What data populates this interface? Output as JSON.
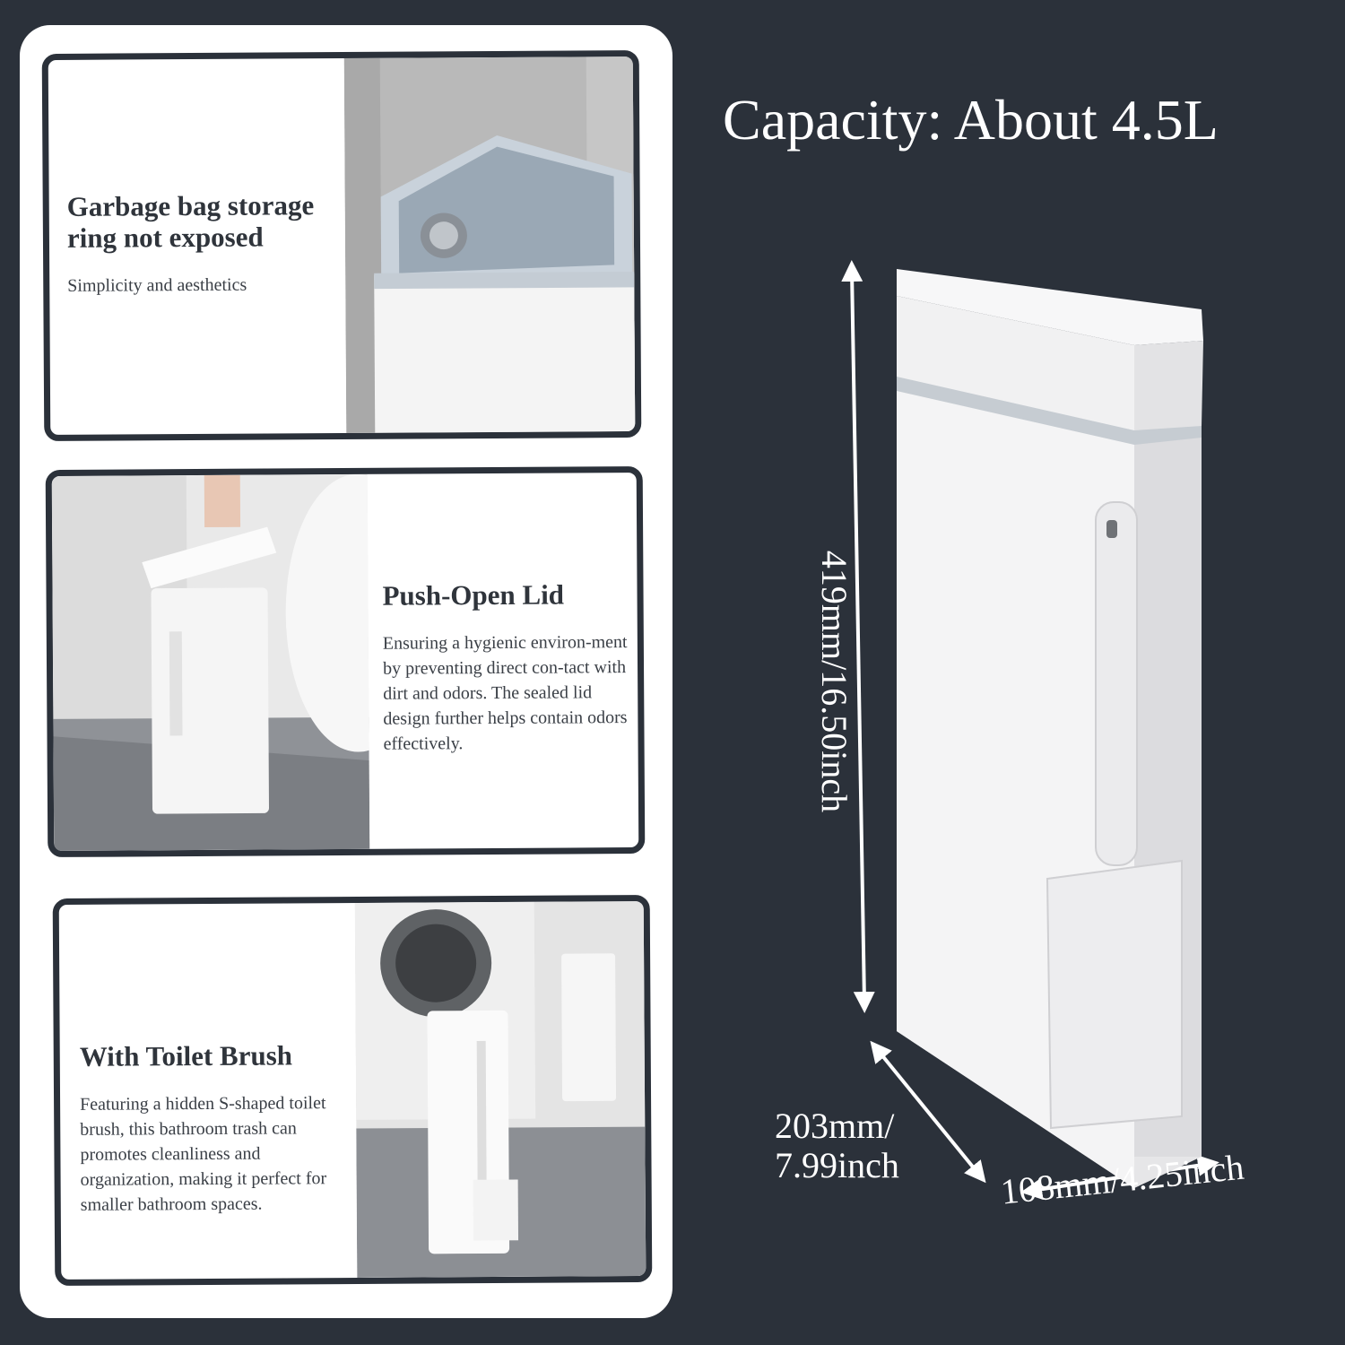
{
  "features": [
    {
      "title_line1": "Garbage bag storage",
      "title_line2": "ring not exposed",
      "description": "Simplicity and aesthetics"
    },
    {
      "title_line1": "Push-Open Lid",
      "title_line2": "",
      "description": "Ensuring a hygienic environ-ment by preventing direct con-tact with dirt and odors. The sealed lid design further helps contain odors effectively."
    },
    {
      "title_line1": "With Toilet Brush",
      "title_line2": "",
      "description": "Featuring a hidden S-shaped toilet brush, this bathroom trash can promotes cleanliness and organization, making it perfect for smaller bathroom spaces."
    }
  ],
  "capacity": "Capacity: About 4.5L",
  "dimensions": {
    "height": "419mm/16.50inch",
    "depth_line1": "203mm/",
    "depth_line2": "7.99inch",
    "width": "108mm/4.25inch"
  },
  "colors": {
    "background": "#2b313a",
    "panel": "#ffffff",
    "text_dark": "#2f343b",
    "text_light": "#ffffff"
  }
}
